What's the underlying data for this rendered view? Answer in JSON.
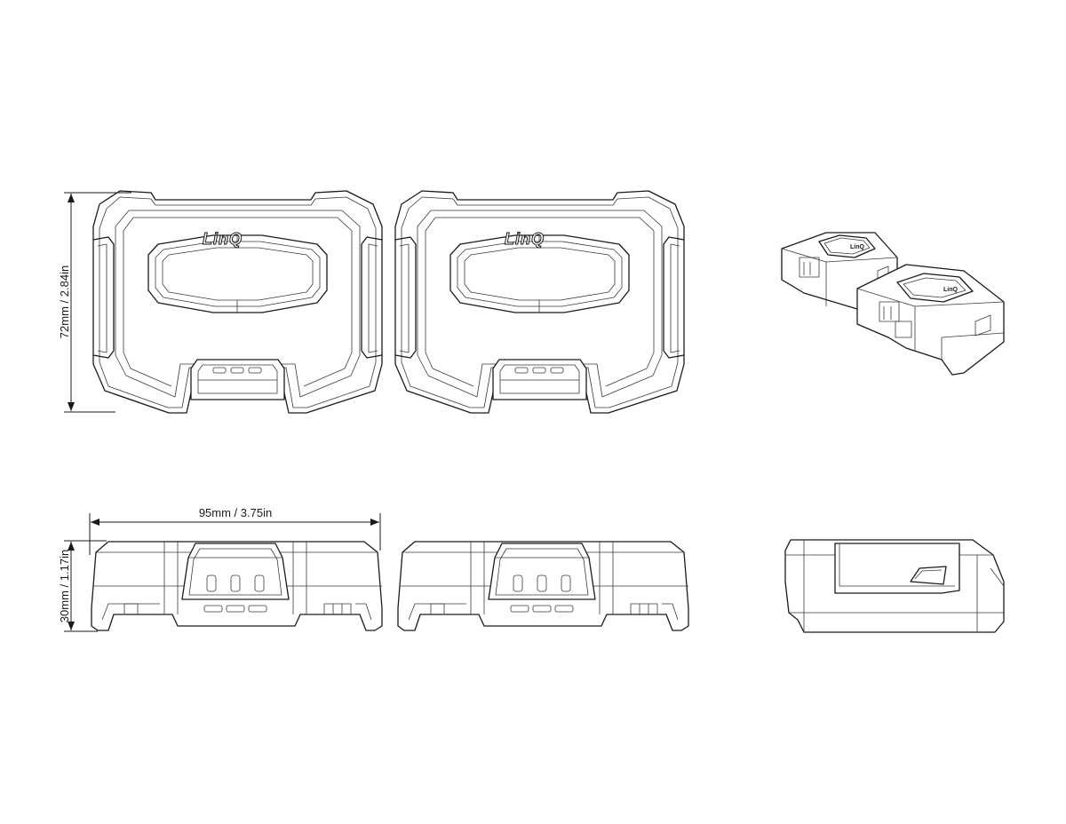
{
  "dimensions": {
    "height_top": "72mm / 2.84in",
    "width_side": "95mm / 3.75in",
    "height_side": "30mm / 1.17in"
  },
  "brand": {
    "logo_text": "LinQ"
  }
}
